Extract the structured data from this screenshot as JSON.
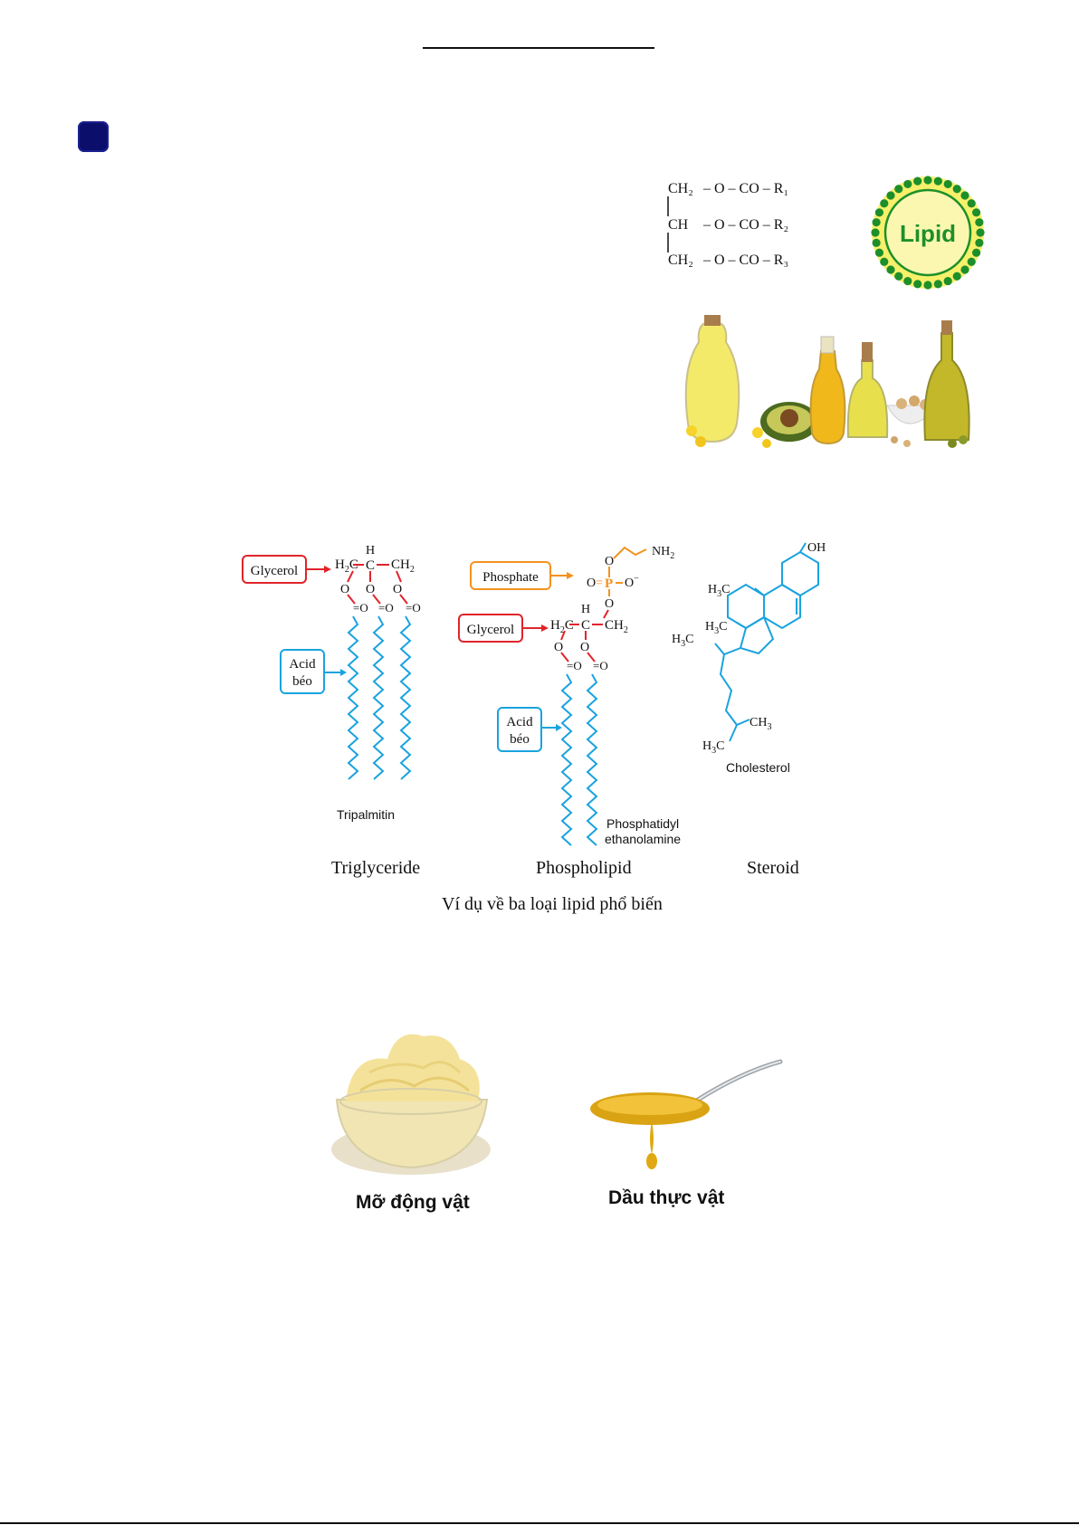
{
  "formula": {
    "rows": [
      {
        "group": "CH₂",
        "chain": "– O – CO – R₁"
      },
      {
        "group": "CH",
        "chain": "– O – CO – R₂"
      },
      {
        "group": "CH₂",
        "chain": "– O – CO – R₃"
      }
    ]
  },
  "lipid_badge": {
    "label": "Lipid"
  },
  "figure": {
    "triglyceride": {
      "glycerol_label": "Glycerol",
      "acid_label_1": "Acid",
      "acid_label_2": "béo",
      "compound": "Tripalmitin",
      "caption": "Triglyceride"
    },
    "phospholipid": {
      "phosphate_label": "Phosphate",
      "glycerol_label": "Glycerol",
      "acid_label_1": "Acid",
      "acid_label_2": "béo",
      "compound_line1": "Phosphatidyl",
      "compound_line2": "ethanolamine",
      "caption": "Phospholipid"
    },
    "steroid": {
      "compound": "Cholesterol",
      "caption": "Steroid"
    },
    "caption": "Ví dụ về ba loại lipid phổ biến"
  },
  "fats": {
    "animal_label": "Mỡ động vật",
    "plant_label": "Dầu thực vật"
  },
  "colors": {
    "badge": "#0b0f6b",
    "glycerol": "#e0242b",
    "phosphate": "#f39220",
    "fatty_acid": "#1aa3df",
    "lipid_green": "#1d8f2a",
    "lipid_yellow": "#f4ee3c"
  }
}
